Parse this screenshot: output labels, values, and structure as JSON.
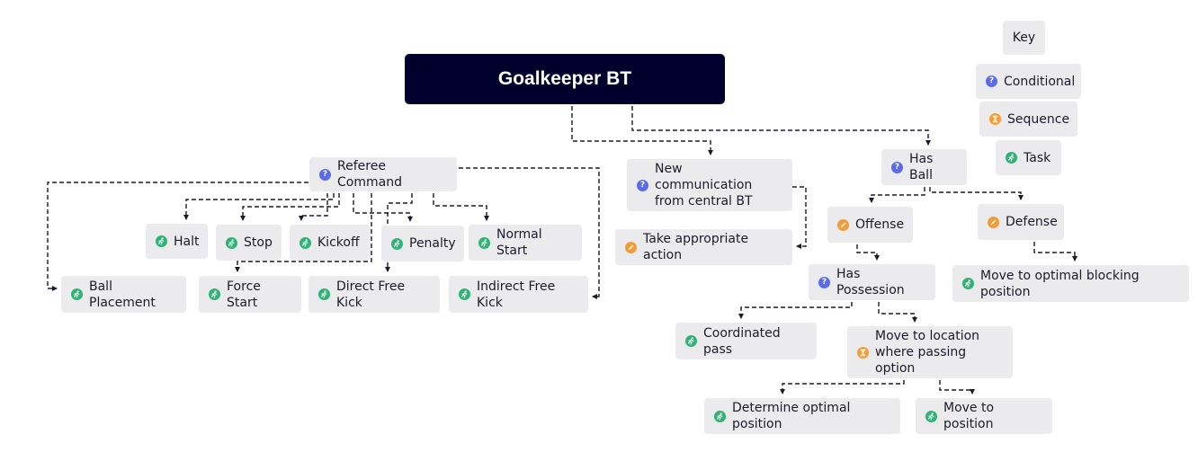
{
  "colors": {
    "conditional": "#5a6de6",
    "sequence": "#f39c3a",
    "task": "#2db475",
    "action": "#f39c3a",
    "title_bg": "#00002d",
    "node_bg": "#ebebed",
    "edge": "#1b1b2b"
  },
  "title": "Goalkeeper BT",
  "key": {
    "heading": "Key",
    "items": [
      {
        "id": "key-conditional",
        "label": "Conditional",
        "icon": "question-icon"
      },
      {
        "id": "key-sequence",
        "label": "Sequence",
        "icon": "sequence-icon"
      },
      {
        "id": "key-task",
        "label": "Task",
        "icon": "runner-icon"
      }
    ]
  },
  "nodes": [
    {
      "id": "referee-command",
      "label": "Referee Command",
      "icon": "question-icon"
    },
    {
      "id": "halt",
      "label": "Halt",
      "icon": "runner-icon"
    },
    {
      "id": "stop",
      "label": "Stop",
      "icon": "runner-icon"
    },
    {
      "id": "kickoff",
      "label": "Kickoff",
      "icon": "runner-icon"
    },
    {
      "id": "penalty",
      "label": "Penalty",
      "icon": "runner-icon"
    },
    {
      "id": "normal-start",
      "label": "Normal Start",
      "icon": "runner-icon"
    },
    {
      "id": "ball-placement",
      "label": "Ball Placement",
      "icon": "runner-icon"
    },
    {
      "id": "force-start",
      "label": "Force Start",
      "icon": "runner-icon"
    },
    {
      "id": "direct-free-kick",
      "label": "Direct Free Kick",
      "icon": "runner-icon"
    },
    {
      "id": "indirect-free-kick",
      "label": "Indirect Free Kick",
      "icon": "runner-icon"
    },
    {
      "id": "new-communication",
      "label": "New communication\nfrom central BT",
      "icon": "question-icon"
    },
    {
      "id": "take-action",
      "label": "Take appropriate action",
      "icon": "pencil-icon"
    },
    {
      "id": "has-ball",
      "label": "Has Ball",
      "icon": "question-icon"
    },
    {
      "id": "offense",
      "label": "Offense",
      "icon": "pencil-icon"
    },
    {
      "id": "defense",
      "label": "Defense",
      "icon": "pencil-icon"
    },
    {
      "id": "has-possession",
      "label": "Has Possession",
      "icon": "question-icon"
    },
    {
      "id": "move-blocking",
      "label": "Move to optimal blocking position",
      "icon": "runner-icon"
    },
    {
      "id": "coordinated-pass",
      "label": "Coordinated pass",
      "icon": "runner-icon"
    },
    {
      "id": "move-to-location",
      "label": "Move to location\nwhere passing option",
      "icon": "sequence-icon"
    },
    {
      "id": "determine-optimal",
      "label": "Determine optimal position",
      "icon": "runner-icon"
    },
    {
      "id": "move-to-position",
      "label": "Move to position",
      "icon": "runner-icon"
    }
  ],
  "edges": [
    {
      "from": "title",
      "to": "new-communication"
    },
    {
      "from": "title",
      "to": "has-ball"
    },
    {
      "from": "referee-command",
      "to": "halt"
    },
    {
      "from": "referee-command",
      "to": "stop"
    },
    {
      "from": "referee-command",
      "to": "kickoff"
    },
    {
      "from": "referee-command",
      "to": "penalty"
    },
    {
      "from": "referee-command",
      "to": "normal-start"
    },
    {
      "from": "referee-command",
      "to": "ball-placement"
    },
    {
      "from": "referee-command",
      "to": "force-start"
    },
    {
      "from": "referee-command",
      "to": "direct-free-kick"
    },
    {
      "from": "referee-command",
      "to": "indirect-free-kick"
    },
    {
      "from": "new-communication",
      "to": "take-action"
    },
    {
      "from": "has-ball",
      "to": "offense"
    },
    {
      "from": "has-ball",
      "to": "defense"
    },
    {
      "from": "offense",
      "to": "has-possession"
    },
    {
      "from": "defense",
      "to": "move-blocking"
    },
    {
      "from": "has-possession",
      "to": "coordinated-pass"
    },
    {
      "from": "has-possession",
      "to": "move-to-location"
    },
    {
      "from": "move-to-location",
      "to": "determine-optimal"
    },
    {
      "from": "move-to-location",
      "to": "move-to-position"
    }
  ]
}
